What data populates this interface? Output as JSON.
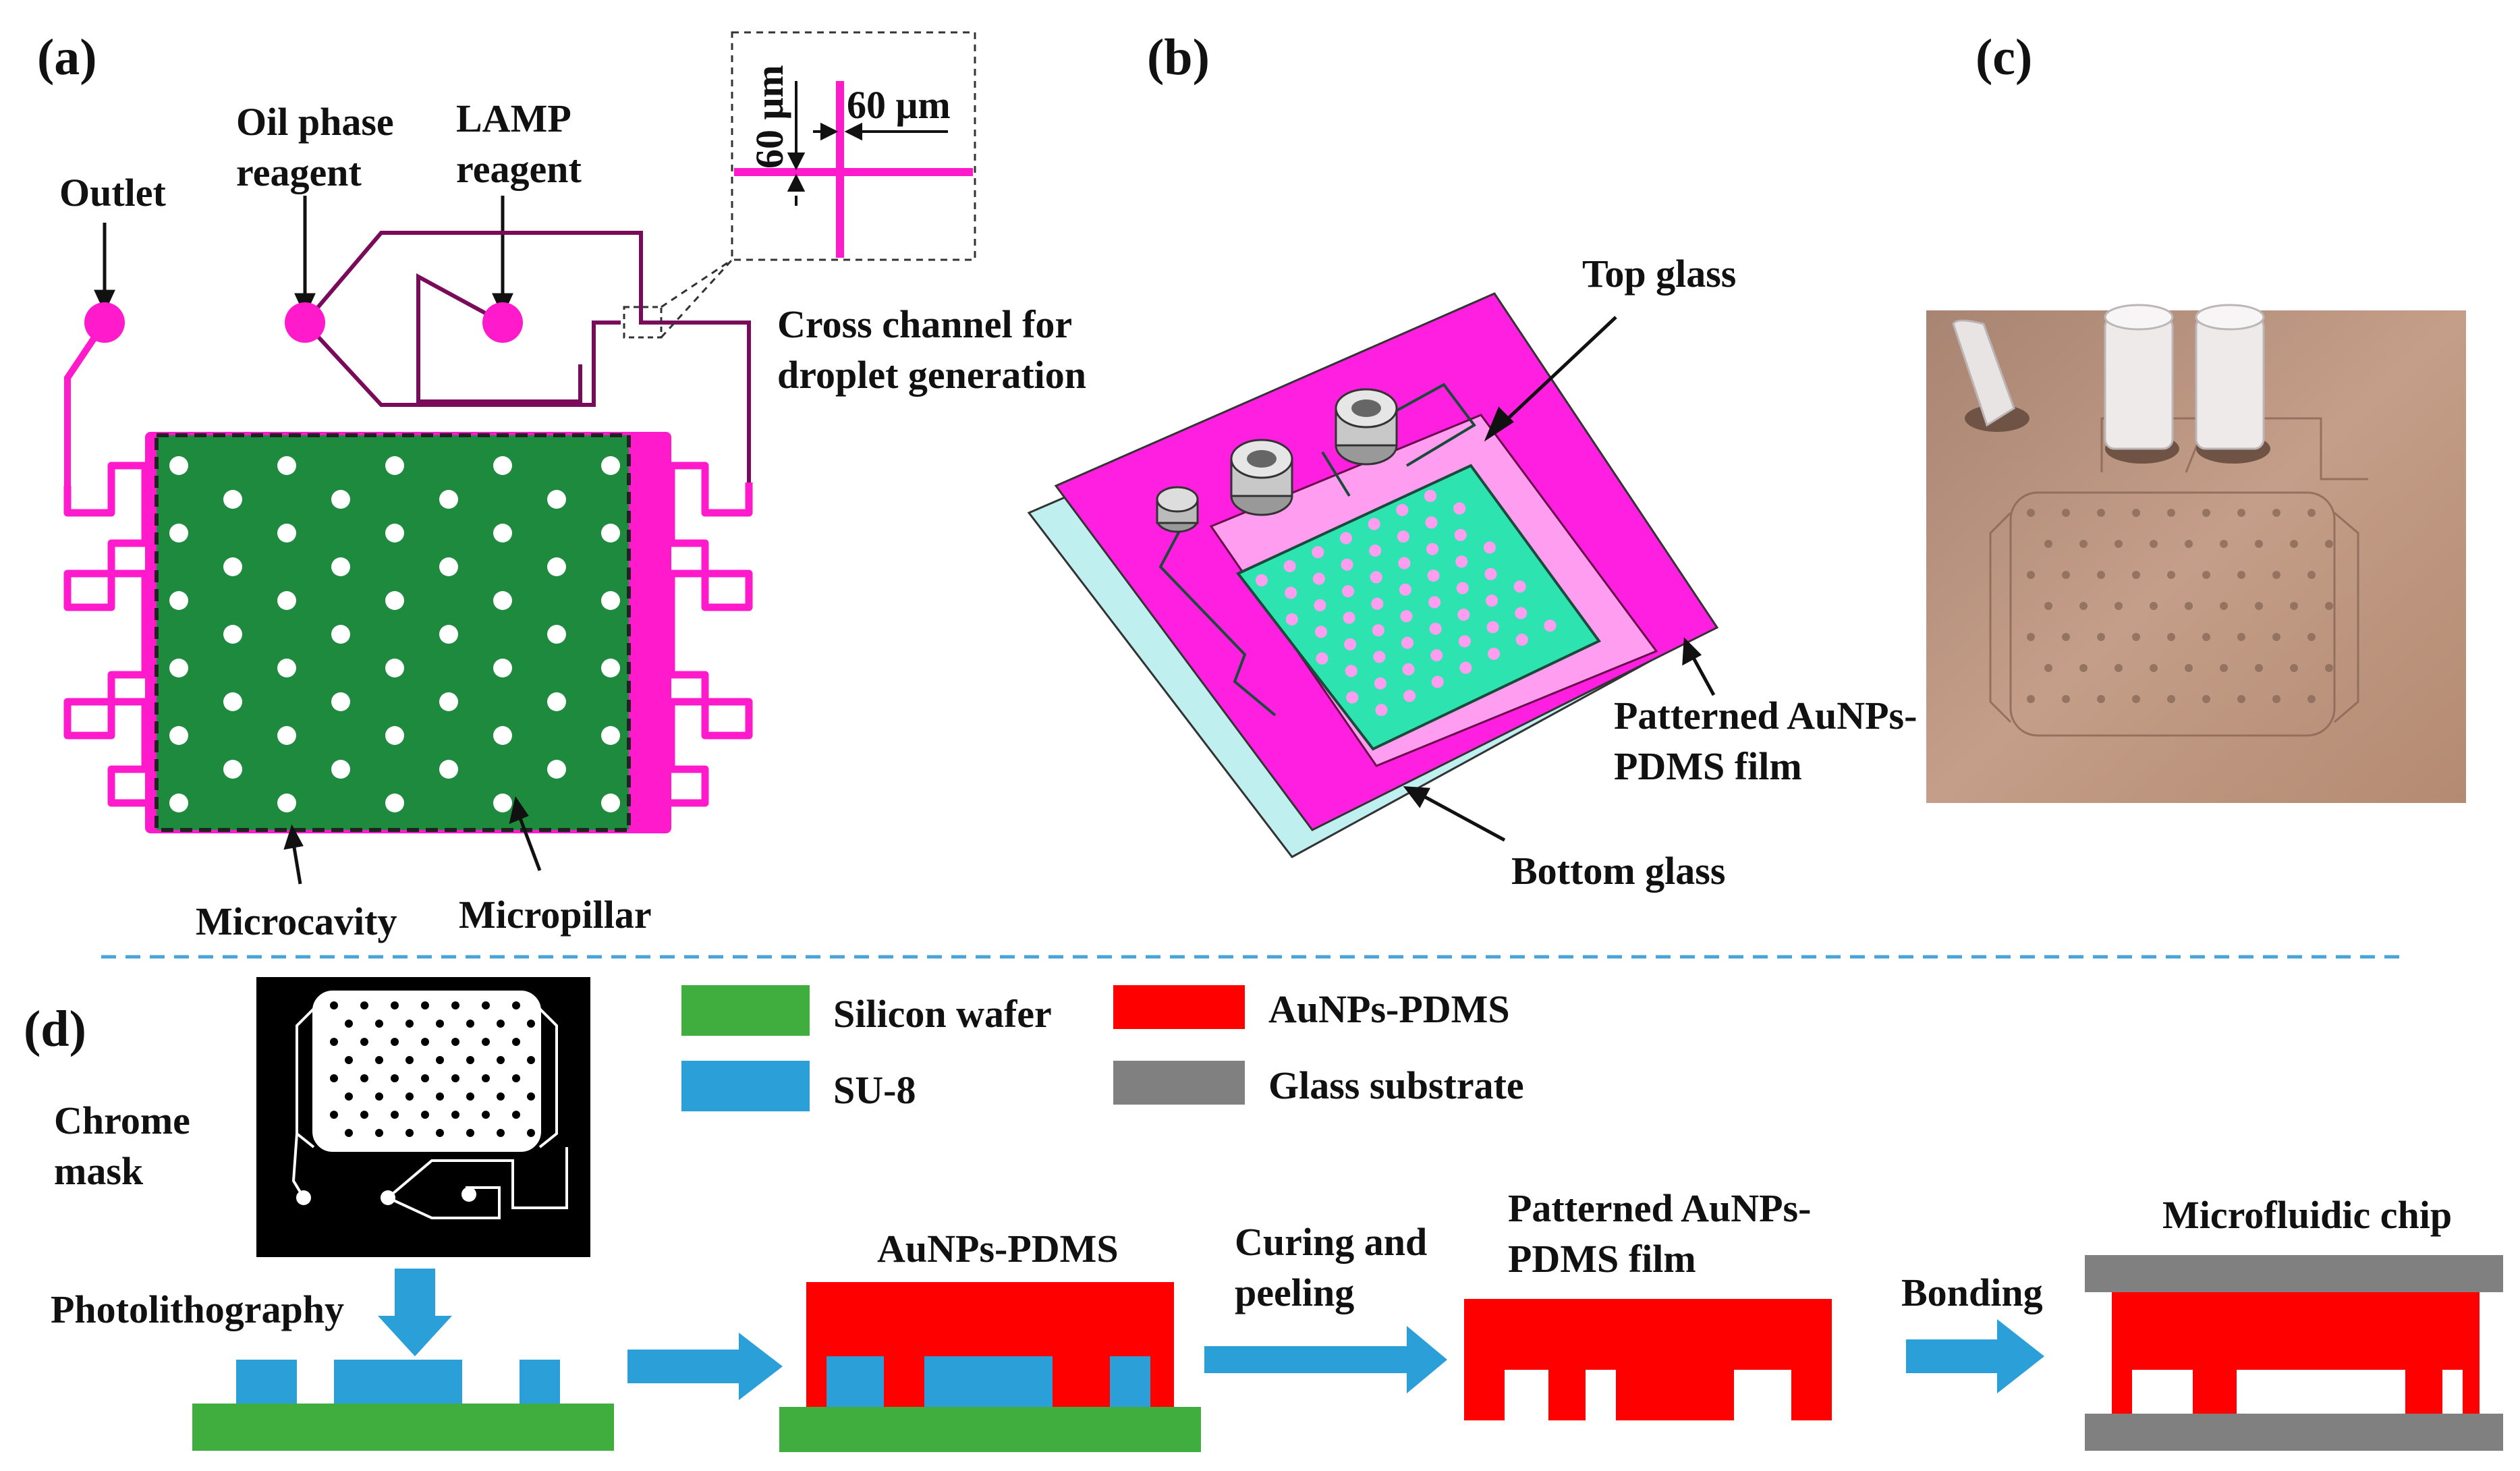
{
  "panels": {
    "a": "(a)",
    "b": "(b)",
    "c": "(c)",
    "d": "(d)"
  },
  "panel_a": {
    "outlet": "Outlet",
    "oil_phase_line1": "Oil phase",
    "oil_phase_line2": "reagent",
    "lamp_line1": "LAMP",
    "lamp_line2": "reagent",
    "inset_vertical": "60 μm",
    "inset_horizontal": "60 μm",
    "cross_channel_line1": "Cross channel for",
    "cross_channel_line2": "droplet generation",
    "microcavity": "Microcavity",
    "micropillar": "Micropillar"
  },
  "panel_b": {
    "top_glass": "Top glass",
    "film_line1": "Patterned AuNPs-",
    "film_line2": "PDMS film",
    "bottom_glass": "Bottom glass"
  },
  "panel_d": {
    "chrome_mask_line1": "Chrome",
    "chrome_mask_line2": "mask",
    "photolithography": "Photolithography",
    "legend": [
      {
        "label": "Silicon wafer",
        "color": "#3fae3f"
      },
      {
        "label": "SU-8",
        "color": "#2a9fd8"
      },
      {
        "label": "AuNPs-PDMS",
        "color": "#ff0000"
      },
      {
        "label": "Glass substrate",
        "color": "#808080"
      }
    ],
    "aunps_pdms": "AuNPs-PDMS",
    "curing_line1": "Curing  and",
    "curing_line2": "peeling",
    "film_line1": "Patterned AuNPs-",
    "film_line2": "PDMS film",
    "bonding": "Bonding",
    "microfluidic_chip": "Microfluidic  chip"
  },
  "colors": {
    "magenta": "#ff1acb",
    "dark_green": "#1e8a3e",
    "chip_magenta": "#ff1fe0",
    "cavity_teal": "#2de3b0",
    "arrow_blue": "#2a9fd8",
    "divider": "#4aa3d8"
  }
}
